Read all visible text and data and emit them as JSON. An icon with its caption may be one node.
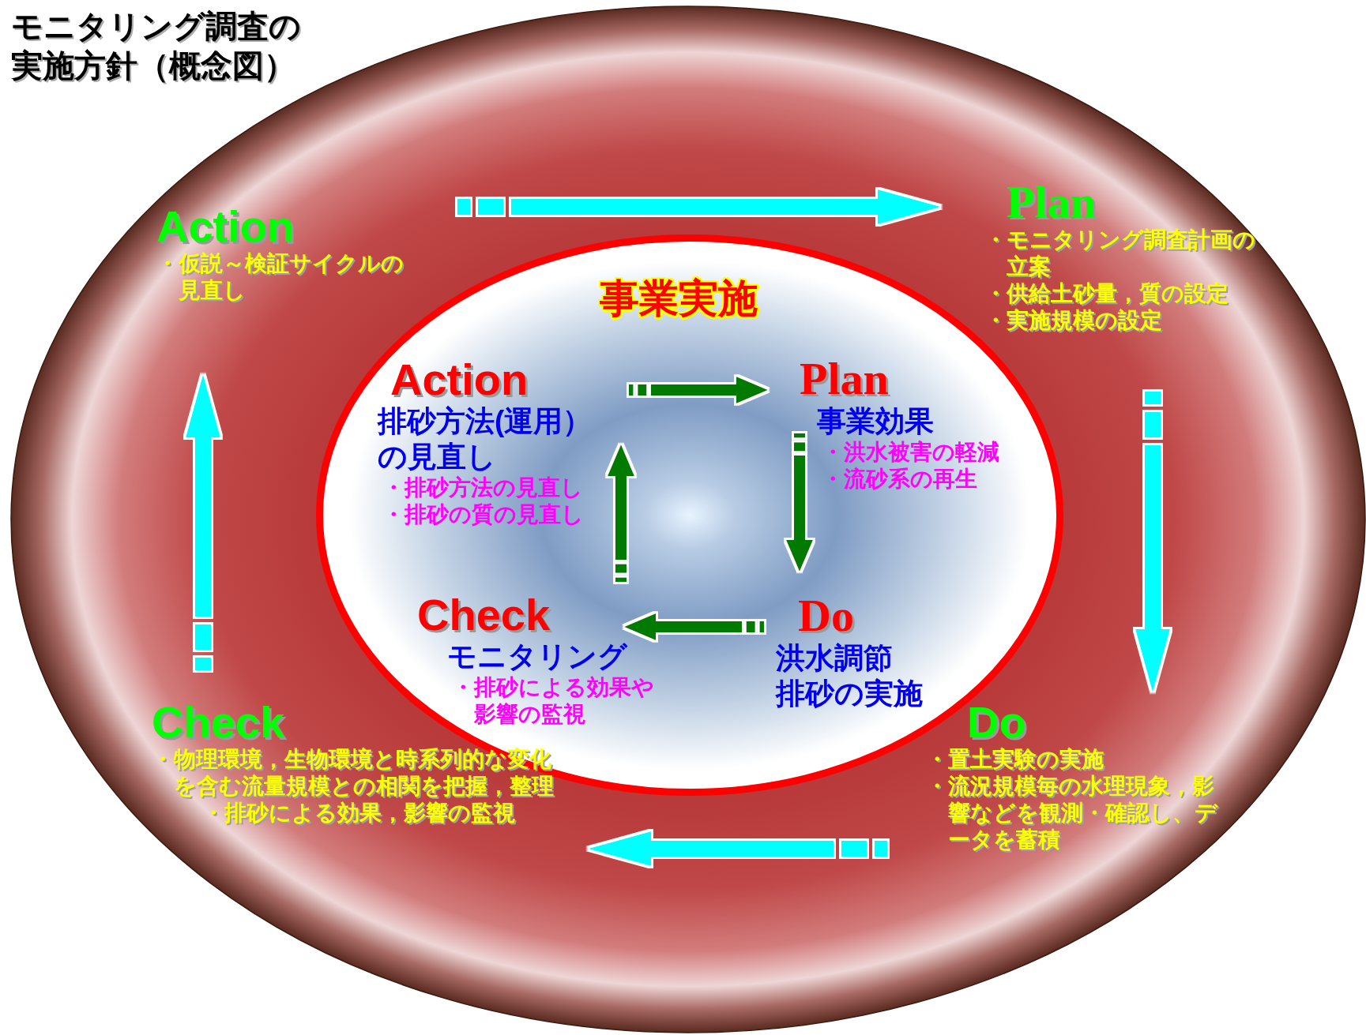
{
  "diagram": {
    "title": "モニタリング調査の実施方針（概念図）",
    "nodes": [
      {
        "text": [],
        "shape": "ellipse"
      },
      {
        "text": [
          "事業実施"
        ],
        "in": 0
      },
      {
        "text": [
          "Action",
          "・仮説～検証サイクルの見直し"
        ],
        "in": 0
      },
      {
        "text": [
          "Plan",
          "・モニタリング調査計画の立案",
          "・供給土砂量，質の設定",
          "・実施規模の設定"
        ],
        "in": 0
      },
      {
        "text": [
          "Do",
          "・置土実験の実施",
          "・流況規模毎の水理現象，影響などを観測・確認し、データを蓄積"
        ],
        "in": 0
      },
      {
        "text": [
          "Check",
          "・物理環境，生物環境と時系列的な変化を含む流量規模との相関を把握，整理",
          "・排砂による効果，影響の監視"
        ],
        "in": 0
      },
      {
        "text": [
          "Action",
          "排砂方法(運用）の見直し",
          "・排砂方法の見直し",
          "・排砂の質の見直し"
        ],
        "in": 1
      },
      {
        "text": [
          "Plan",
          "事業効果",
          "・洪水被害の軽減",
          "・流砂系の再生"
        ],
        "in": 1
      },
      {
        "text": [
          "Do",
          "洪水調節",
          "排砂の実施"
        ],
        "in": 1
      },
      {
        "text": [
          "Check",
          "モニタリング",
          "・排砂による効果や影響の監視"
        ],
        "in": 1
      }
    ],
    "edges": [
      {
        "from": 2,
        "to": 3,
        "arrow": "to"
      },
      {
        "from": 3,
        "to": 4,
        "arrow": "to"
      },
      {
        "from": 4,
        "to": 5,
        "arrow": "to"
      },
      {
        "from": 5,
        "to": 2,
        "arrow": "to"
      },
      {
        "from": 6,
        "to": 7,
        "arrow": "to",
        "color": "#007a00"
      },
      {
        "from": 7,
        "to": 8,
        "arrow": "to",
        "color": "#007a00"
      },
      {
        "from": 8,
        "to": 9,
        "arrow": "to",
        "color": "#007a00"
      },
      {
        "from": 9,
        "to": 6,
        "arrow": "to",
        "color": "#007a00"
      }
    ]
  }
}
